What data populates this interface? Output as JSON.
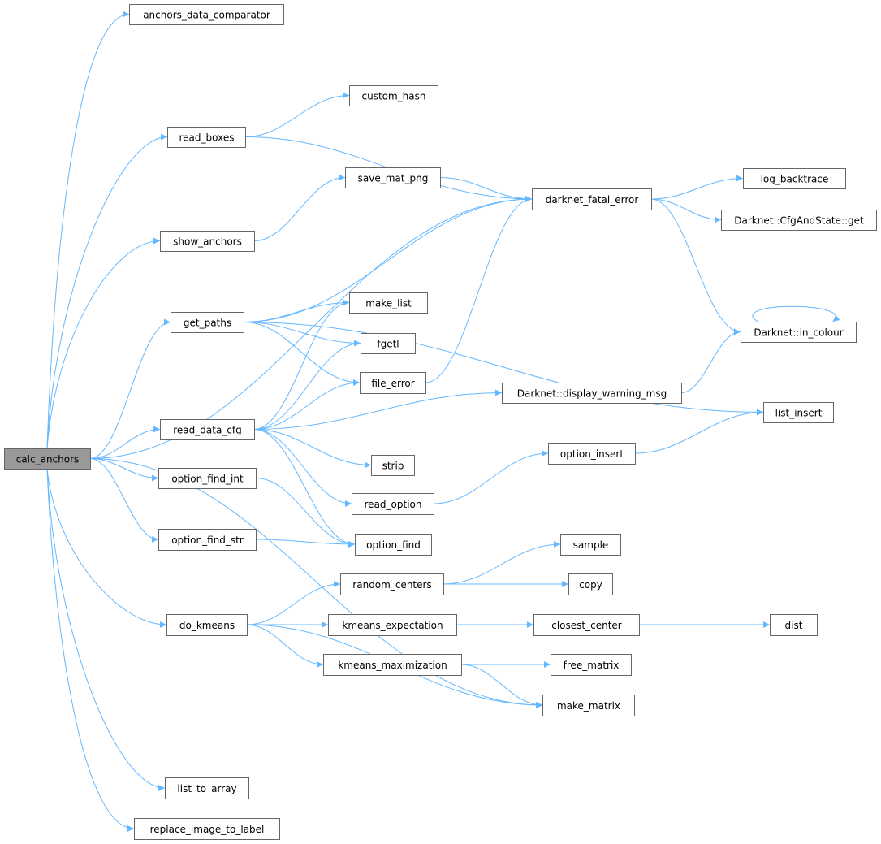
{
  "graph": {
    "root": "calc_anchors",
    "edge_color": "#63b8ff",
    "root_fill": "#999999",
    "nodes": {
      "calc_anchors": "calc_anchors",
      "anchors_data_comparator": "anchors_data_comparator",
      "custom_hash": "custom_hash",
      "read_boxes": "read_boxes",
      "save_mat_png": "save_mat_png",
      "darknet_fatal_error": "darknet_fatal_error",
      "log_backtrace": "log_backtrace",
      "cfg_get": "Darknet::CfgAndState::get",
      "show_anchors": "show_anchors",
      "make_list": "make_list",
      "get_paths": "get_paths",
      "fgetl": "fgetl",
      "in_colour": "Darknet::in_colour",
      "file_error": "file_error",
      "display_warning_msg": "Darknet::display_warning_msg",
      "list_insert": "list_insert",
      "read_data_cfg": "read_data_cfg",
      "option_insert": "option_insert",
      "strip": "strip",
      "option_find_int": "option_find_int",
      "read_option": "read_option",
      "option_find_str": "option_find_str",
      "option_find": "option_find",
      "sample": "sample",
      "random_centers": "random_centers",
      "copy": "copy",
      "do_kmeans": "do_kmeans",
      "kmeans_expectation": "kmeans_expectation",
      "closest_center": "closest_center",
      "dist": "dist",
      "kmeans_maximization": "kmeans_maximization",
      "free_matrix": "free_matrix",
      "make_matrix": "make_matrix",
      "list_to_array": "list_to_array",
      "replace_image_to_label": "replace_image_to_label"
    },
    "edges": [
      [
        "calc_anchors",
        "anchors_data_comparator"
      ],
      [
        "calc_anchors",
        "darknet_fatal_error"
      ],
      [
        "calc_anchors",
        "read_boxes"
      ],
      [
        "calc_anchors",
        "show_anchors"
      ],
      [
        "calc_anchors",
        "get_paths"
      ],
      [
        "calc_anchors",
        "read_data_cfg"
      ],
      [
        "calc_anchors",
        "option_find_int"
      ],
      [
        "calc_anchors",
        "option_find_str"
      ],
      [
        "calc_anchors",
        "do_kmeans"
      ],
      [
        "calc_anchors",
        "make_matrix"
      ],
      [
        "calc_anchors",
        "list_to_array"
      ],
      [
        "calc_anchors",
        "replace_image_to_label"
      ],
      [
        "read_boxes",
        "custom_hash"
      ],
      [
        "read_boxes",
        "darknet_fatal_error"
      ],
      [
        "show_anchors",
        "save_mat_png"
      ],
      [
        "save_mat_png",
        "darknet_fatal_error"
      ],
      [
        "get_paths",
        "darknet_fatal_error"
      ],
      [
        "get_paths",
        "list_insert"
      ],
      [
        "get_paths",
        "make_list"
      ],
      [
        "get_paths",
        "fgetl"
      ],
      [
        "get_paths",
        "file_error"
      ],
      [
        "read_data_cfg",
        "make_list"
      ],
      [
        "read_data_cfg",
        "fgetl"
      ],
      [
        "read_data_cfg",
        "file_error"
      ],
      [
        "read_data_cfg",
        "display_warning_msg"
      ],
      [
        "read_data_cfg",
        "strip"
      ],
      [
        "read_data_cfg",
        "read_option"
      ],
      [
        "read_data_cfg",
        "option_find"
      ],
      [
        "file_error",
        "darknet_fatal_error"
      ],
      [
        "darknet_fatal_error",
        "log_backtrace"
      ],
      [
        "darknet_fatal_error",
        "cfg_get"
      ],
      [
        "darknet_fatal_error",
        "in_colour"
      ],
      [
        "in_colour",
        "in_colour"
      ],
      [
        "display_warning_msg",
        "in_colour"
      ],
      [
        "read_option",
        "option_insert"
      ],
      [
        "option_insert",
        "list_insert"
      ],
      [
        "option_find_int",
        "option_find"
      ],
      [
        "option_find_str",
        "option_find"
      ],
      [
        "do_kmeans",
        "random_centers"
      ],
      [
        "do_kmeans",
        "kmeans_expectation"
      ],
      [
        "do_kmeans",
        "kmeans_maximization"
      ],
      [
        "do_kmeans",
        "make_matrix"
      ],
      [
        "random_centers",
        "sample"
      ],
      [
        "random_centers",
        "copy"
      ],
      [
        "kmeans_expectation",
        "closest_center"
      ],
      [
        "closest_center",
        "dist"
      ],
      [
        "kmeans_maximization",
        "free_matrix"
      ],
      [
        "kmeans_maximization",
        "make_matrix"
      ]
    ]
  }
}
